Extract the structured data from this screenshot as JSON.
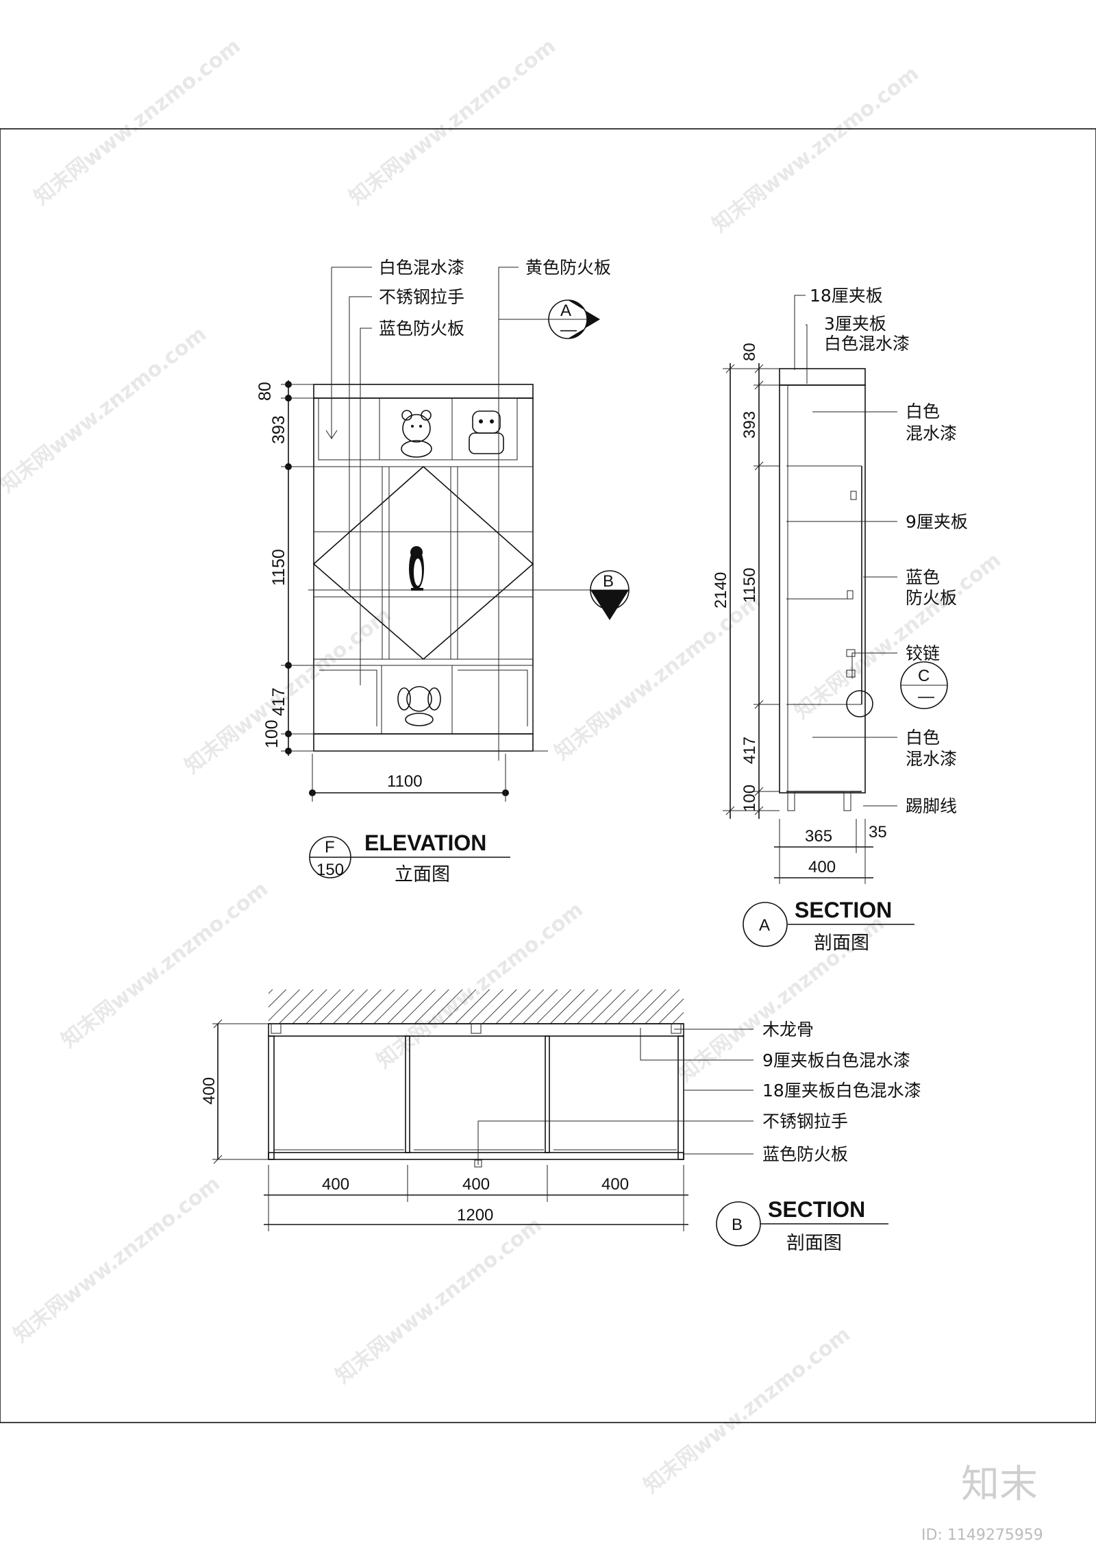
{
  "watermark": {
    "text": "知末网www.znzmo.com",
    "brand": "知末",
    "id": "ID: 1149275959"
  },
  "elevation": {
    "callouts": [
      "白色混水漆",
      "不锈钢拉手",
      "蓝色防火板",
      "黄色防火板"
    ],
    "dims_vertical": [
      "80",
      "393",
      "1150",
      "417",
      "100"
    ],
    "width": "1100",
    "section_markers": {
      "a_letter": "A",
      "a_sheet": "—",
      "b_letter": "B",
      "b_sheet": "—"
    },
    "title": {
      "code": "F",
      "scale": "150",
      "en": "ELEVATION",
      "cn": "立面图"
    }
  },
  "section_a": {
    "callouts": [
      "18厘夹板",
      "3厘夹板",
      "白色混水漆",
      "白色",
      "混水漆",
      "9厘夹板",
      "蓝色",
      "防火板",
      "铰链",
      "白色",
      "混水漆",
      "踢脚线"
    ],
    "dims_vertical": [
      "80",
      "393",
      "1150",
      "417",
      "100",
      "2140"
    ],
    "dims_horizontal": [
      "365",
      "35",
      "400"
    ],
    "detail_marker": {
      "letter": "C",
      "sheet": "—"
    },
    "title": {
      "code": "A",
      "en": "SECTION",
      "cn": "剖面图"
    }
  },
  "section_b": {
    "callouts": [
      "木龙骨",
      "9厘夹板白色混水漆",
      "18厘夹板白色混水漆",
      "不锈钢拉手",
      "蓝色防火板"
    ],
    "dims_vertical": [
      "400"
    ],
    "dims_horizontal": [
      "400",
      "400",
      "400",
      "1200"
    ],
    "title": {
      "code": "B",
      "en": "SECTION",
      "cn": "剖面图"
    }
  }
}
